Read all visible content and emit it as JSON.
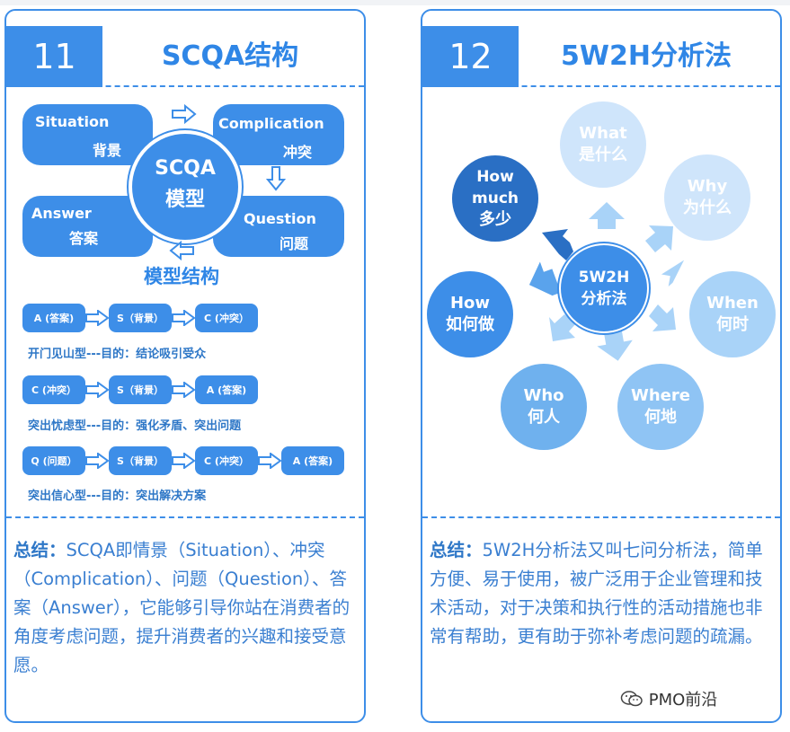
{
  "left_card": {
    "number": "11",
    "title": "SCQA结构",
    "quadrants": {
      "situation": {
        "en": "Situation",
        "cn": "背景"
      },
      "complication": {
        "en": "Complication",
        "cn": "冲突"
      },
      "answer": {
        "en": "Answer",
        "cn": "答案"
      },
      "question": {
        "en": "Question",
        "cn": "问题"
      }
    },
    "center": {
      "line1": "SCQA",
      "line2": "模型"
    },
    "model_title": "模型结构",
    "flows": [
      {
        "steps": [
          "A (答案)",
          "S（背景）",
          "C (冲突）"
        ],
        "caption": "开门见山型---目的：结论吸引受众"
      },
      {
        "steps": [
          "C (冲突）",
          "S（背景）",
          "A (答案)"
        ],
        "caption": "突出忧虑型---目的：强化矛盾、突出问题"
      },
      {
        "steps": [
          "Q (问题）",
          "S（背景）",
          "C (冲突）",
          "A (答案)"
        ],
        "caption": "突出信心型---目的：突出解决方案"
      }
    ],
    "summary_label": "总结：",
    "summary_text": "SCQA即情景（Situation）、冲突（Complication）、问题（Question）、答案（Answer），它能够引导你站在消费者的角度考虑问题，提升消费者的兴趣和接受意愿。"
  },
  "right_card": {
    "number": "12",
    "title": "5W2H分析法",
    "center": {
      "line1": "5W2H",
      "line2": "分析法"
    },
    "items": [
      {
        "en": "What",
        "cn": "是什么"
      },
      {
        "en": "Why",
        "cn": "为什么"
      },
      {
        "en": "When",
        "cn": "何时"
      },
      {
        "en": "Where",
        "cn": "何地"
      },
      {
        "en": "Who",
        "cn": "何人"
      },
      {
        "en": "How",
        "cn": "如何做"
      },
      {
        "en": "How much",
        "cn": "多少"
      }
    ],
    "summary_label": "总结：",
    "summary_text": "5W2H分析法又叫七问分析法，简单方便、易于使用，被广泛用于企业管理和技术活动，对于决策和执行性的活动措施也非常有帮助，更有助于弥补考虑问题的疏漏。"
  },
  "watermark": "PMO前沿",
  "colors": {
    "primary": "#3d8ee8",
    "light": "#cfe5fb",
    "mid": "#a9d3f8",
    "dark": "#2a6fc4"
  }
}
